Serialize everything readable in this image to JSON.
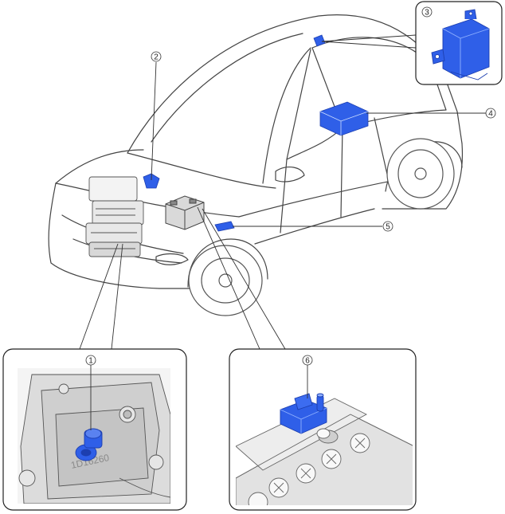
{
  "diagram": {
    "callouts": [
      {
        "id": "c1",
        "label": "1"
      },
      {
        "id": "c2",
        "label": "2"
      },
      {
        "id": "c3",
        "label": "3"
      },
      {
        "id": "c4",
        "label": "4"
      },
      {
        "id": "c5",
        "label": "5"
      },
      {
        "id": "c6",
        "label": "6"
      }
    ],
    "detail_text": {
      "inset1_casting": "1D16260"
    },
    "colors": {
      "highlight": "#2f5fe8",
      "highlight_dark": "#1d3fb0",
      "line": "#333333",
      "faint": "#cccccc",
      "inset_bg": "#f4f4f4"
    },
    "icons": [
      "wheel-icon",
      "battery-icon",
      "sensor-icon",
      "control-module-icon",
      "engine-icon"
    ]
  }
}
